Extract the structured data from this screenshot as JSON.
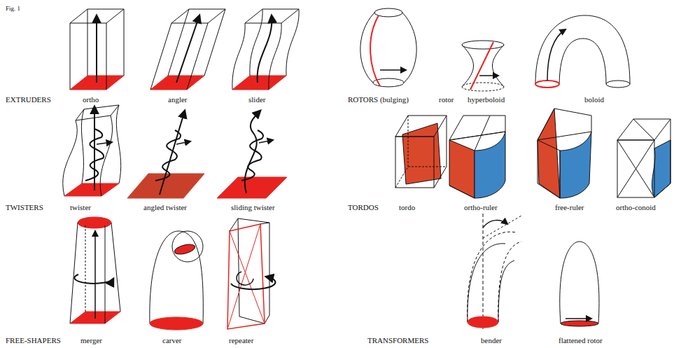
{
  "diagram": {
    "labels": [
      "Fig. 1",
      "EXTRUDERS",
      "ortho",
      "angler",
      "slider",
      "ROTORS (bulging)",
      "rotor",
      "hyperboloid",
      "boloid",
      "TWISTERS",
      "twister",
      "angled twister",
      "sliding twister",
      "TORDOS",
      "tordo",
      "ortho-ruler",
      "free-ruler",
      "ortho-conoid",
      "FREE-SHAPERS",
      "merger",
      "carver",
      "repeater",
      "TRANSFORMERS",
      "bender",
      "flattened rotor"
    ]
  }
}
